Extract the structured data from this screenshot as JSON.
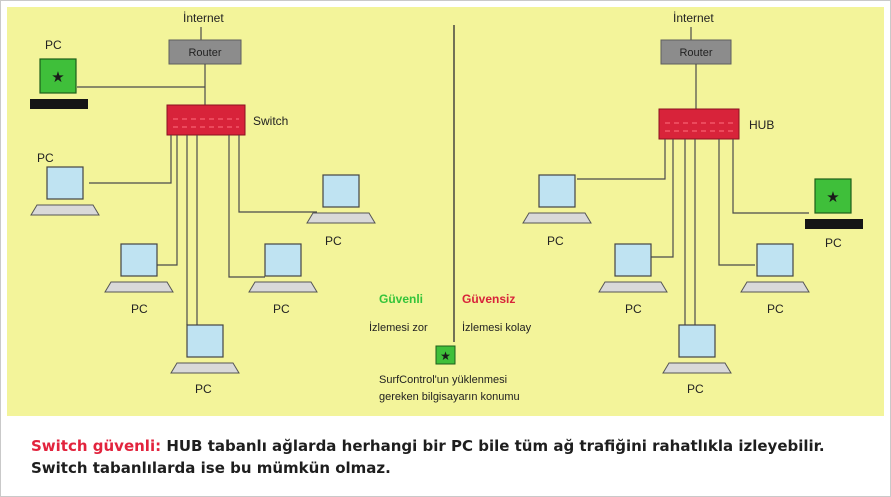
{
  "colors": {
    "background": "#f3f49a",
    "router": "#8c8c8c",
    "switch": "#d8233a",
    "monitor_screen": "#bfe3f2",
    "agent_pc": "#3fbf3a",
    "secure_label": "#35c43a",
    "insecure_label": "#d8233a",
    "caption_highlight": "#e2233d"
  },
  "left": {
    "internet_label": "İnternet",
    "router_label": "Router",
    "switch_label": "Switch",
    "pc_label": "PC"
  },
  "right": {
    "internet_label": "İnternet",
    "router_label": "Router",
    "hub_label": "HUB",
    "pc_label": "PC"
  },
  "legend": {
    "secure_title": "Güvenli",
    "insecure_title": "Güvensiz",
    "secure_sub": "İzlemesi zor",
    "insecure_sub": "İzlemesi kolay",
    "star": "★",
    "note_line1": "SurfControl'un yüklenmesi",
    "note_line2": "gereken bilgisayarın konumu"
  },
  "caption": {
    "lead": "Switch güvenli:",
    "text": "HUB tabanlı ağlarda herhangi bir PC bile tüm ağ trafiğini rahatlıkla izleyebilir. Switch tabanlılarda ise bu mümkün olmaz."
  },
  "icons": [
    "router-icon",
    "switch-icon",
    "hub-icon",
    "pc-icon",
    "star-icon"
  ]
}
